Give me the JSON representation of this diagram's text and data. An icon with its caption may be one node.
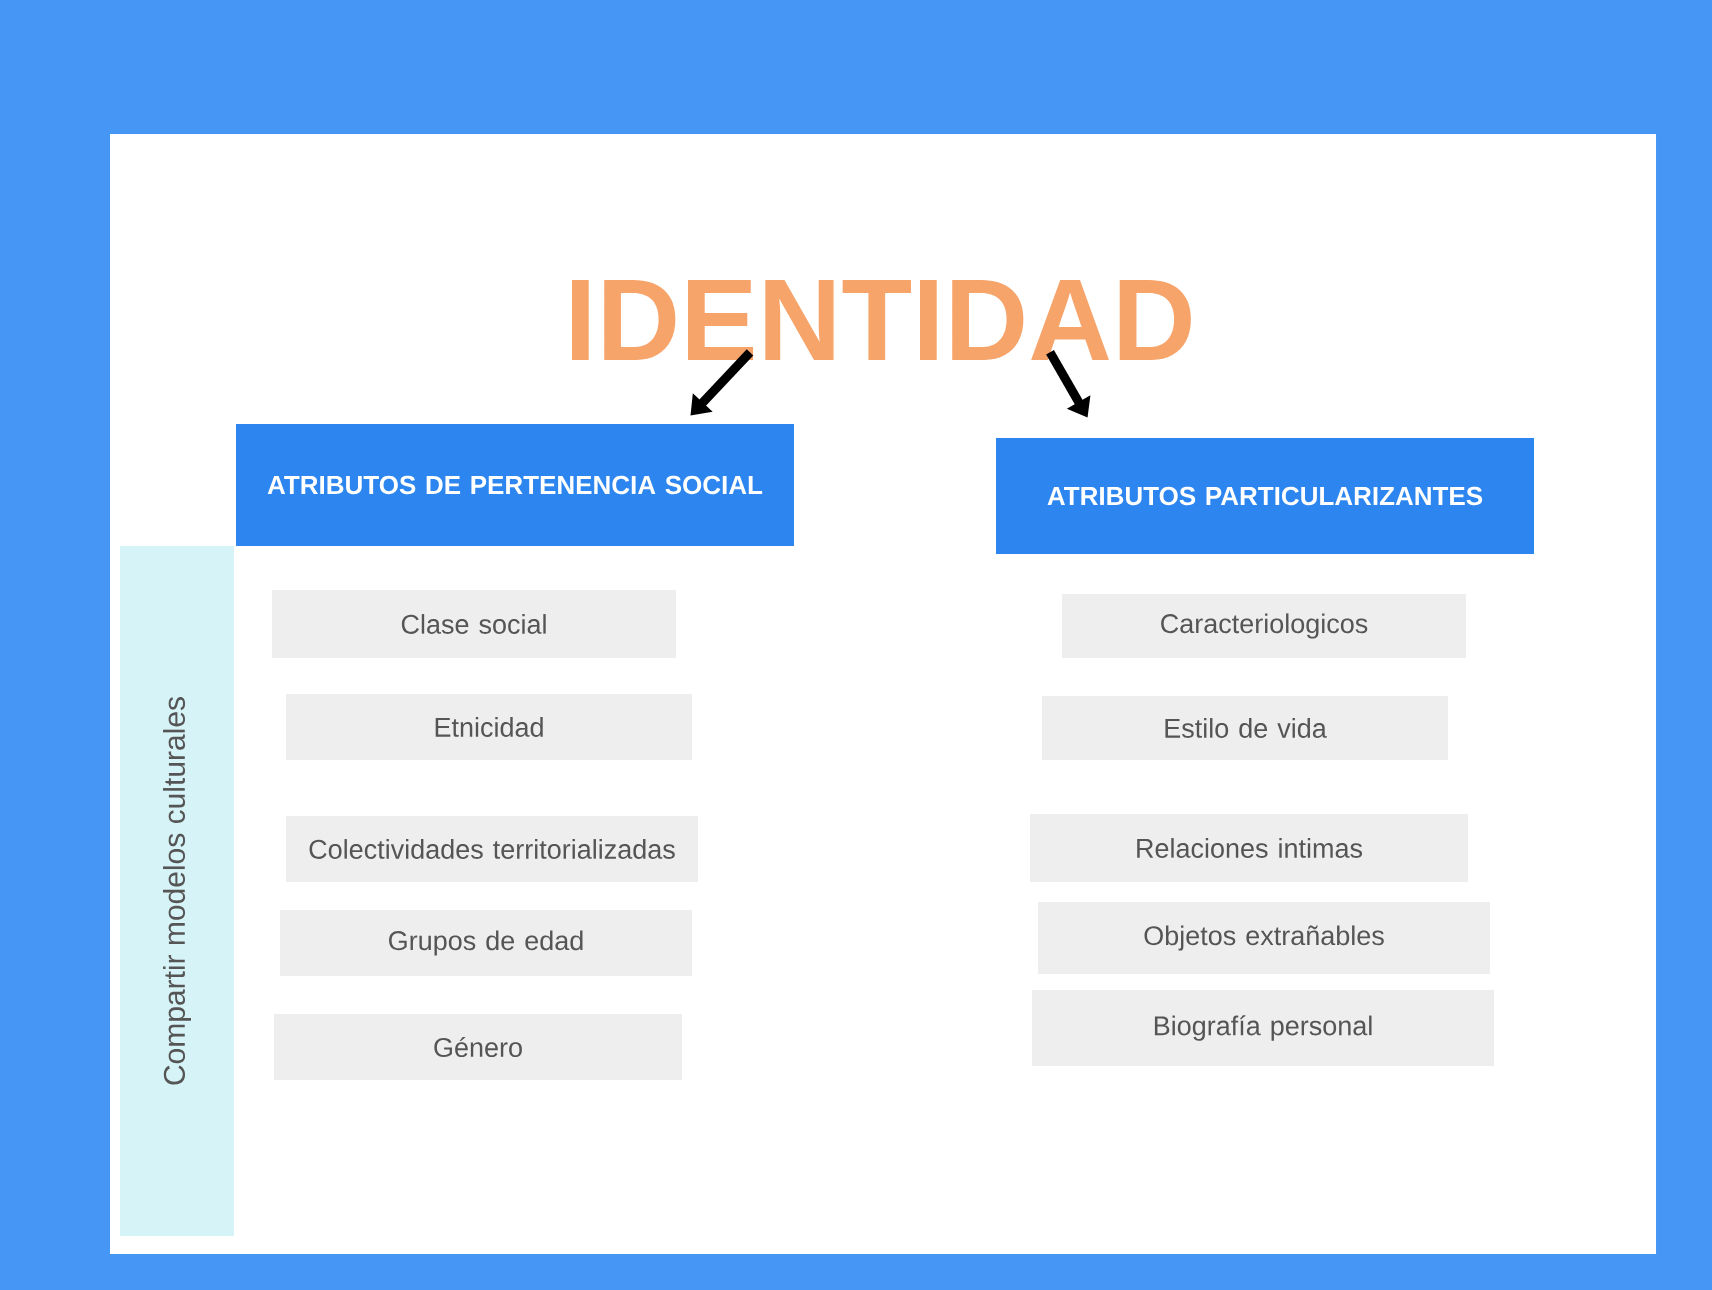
{
  "diagram": {
    "nodes": [
      {
        "text": [
          "IDENTIDAD"
        ]
      },
      {
        "text": [
          "ATRIBUTOS DE PERTENENCIA SOCIAL"
        ]
      },
      {
        "text": [
          "ATRIBUTOS PARTICULARIZANTES"
        ]
      },
      {
        "text": [
          "Compartir modelos culturales"
        ]
      },
      {
        "text": [
          "Clase social"
        ]
      },
      {
        "text": [
          "Etnicidad"
        ]
      },
      {
        "text": [
          "Colectividades territorializadas"
        ]
      },
      {
        "text": [
          "Grupos de edad"
        ]
      },
      {
        "text": [
          "Género"
        ]
      },
      {
        "text": [
          "Caracteriologicos"
        ]
      },
      {
        "text": [
          "Estilo de vida"
        ]
      },
      {
        "text": [
          "Relaciones intimas"
        ]
      },
      {
        "text": [
          "Objetos extrañables"
        ]
      },
      {
        "text": [
          "Biografía personal"
        ]
      }
    ],
    "edges": [
      {
        "from": 0,
        "to": 1,
        "arrow": "to"
      },
      {
        "from": 0,
        "to": 2,
        "arrow": "to"
      }
    ]
  }
}
